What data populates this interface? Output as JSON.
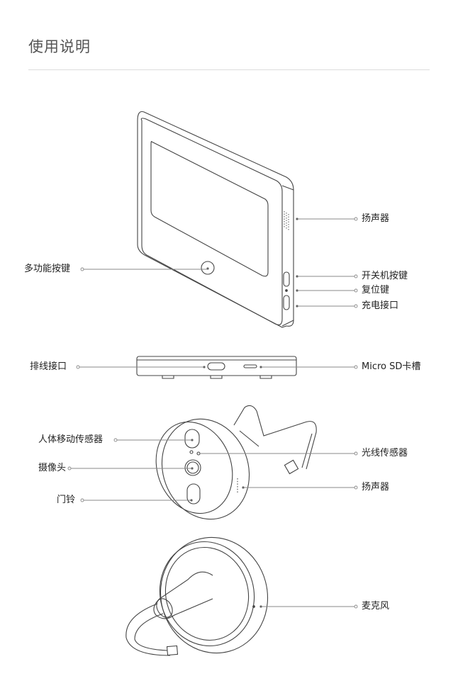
{
  "header": {
    "title": "使用说明"
  },
  "tablet": {
    "labels": {
      "speaker": "扬声器",
      "multi_button": "多功能按键",
      "power_button": "开关机按键",
      "reset_button": "复位键",
      "charge_port": "充电接口"
    }
  },
  "bottom_view": {
    "labels": {
      "cable_port": "排线接口",
      "sd_slot": "Micro SD卡槽"
    }
  },
  "doorbell_front": {
    "labels": {
      "pir_sensor": "人体移动传感器",
      "camera": "摄像头",
      "doorbell": "门铃",
      "light_sensor": "光线传感器",
      "speaker": "扬声器"
    }
  },
  "doorbell_back": {
    "labels": {
      "microphone": "麦克风"
    }
  }
}
